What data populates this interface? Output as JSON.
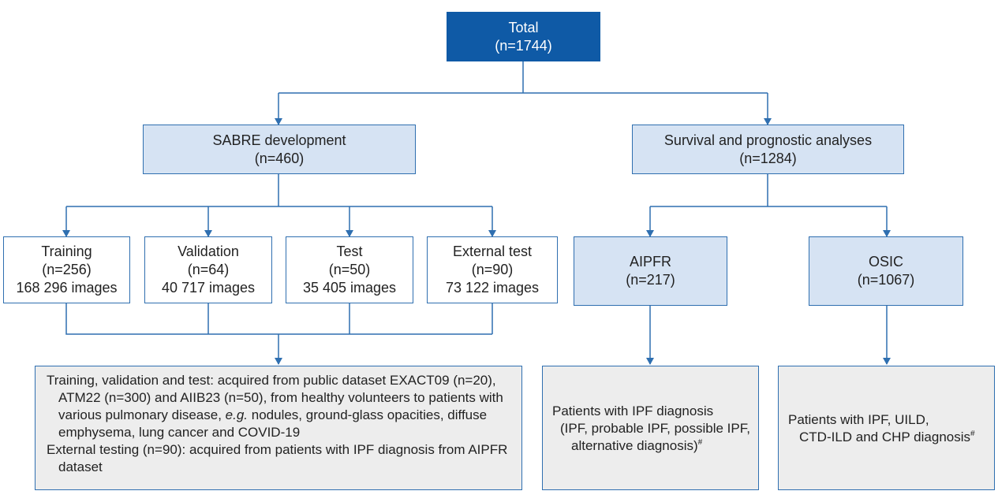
{
  "total": {
    "title": "Total",
    "count": "(n=1744)"
  },
  "sabre": {
    "title": "SABRE development",
    "count": "(n=460)"
  },
  "survival": {
    "title": "Survival and prognostic analyses",
    "count": "(n=1284)"
  },
  "training": {
    "title": "Training",
    "count": "(n=256)",
    "images": "168 296 images"
  },
  "validation": {
    "title": "Validation",
    "count": "(n=64)",
    "images": "40 717 images"
  },
  "test": {
    "title": "Test",
    "count": "(n=50)",
    "images": "35 405 images"
  },
  "external_test": {
    "title": "External test",
    "count": "(n=90)",
    "images": "73 122 images"
  },
  "aipfr": {
    "title": "AIPFR",
    "count": "(n=217)"
  },
  "osic": {
    "title": "OSIC",
    "count": "(n=1067)"
  },
  "sabre_note": {
    "p1_before": "Training, validation and test: acquired from public dataset EXACT09 (n=20), ATM22 (n=300) and AIIB23 (n=50), from healthy volunteers to patients with various pulmonary disease, ",
    "p1_eg": "e.g.",
    "p1_after": " nodules, ground-glass opacities, diffuse emphysema, lung cancer and COVID-19",
    "p2": "External testing (n=90): acquired from patients with IPF diagnosis from AIPFR dataset"
  },
  "aipfr_note": {
    "line1": "Patients with IPF diagnosis",
    "line2": "(IPF, probable IPF, possible IPF, alternative diagnosis)",
    "mark": "#"
  },
  "osic_note": {
    "line1": "Patients with IPF, UILD,",
    "line2": "CTD-ILD and CHP diagnosis",
    "mark": "#"
  },
  "colors": {
    "dark_box": "#0f5aa6",
    "light_box": "#d6e3f3",
    "line": "#2f6fb0",
    "note_bg": "#ededed"
  }
}
